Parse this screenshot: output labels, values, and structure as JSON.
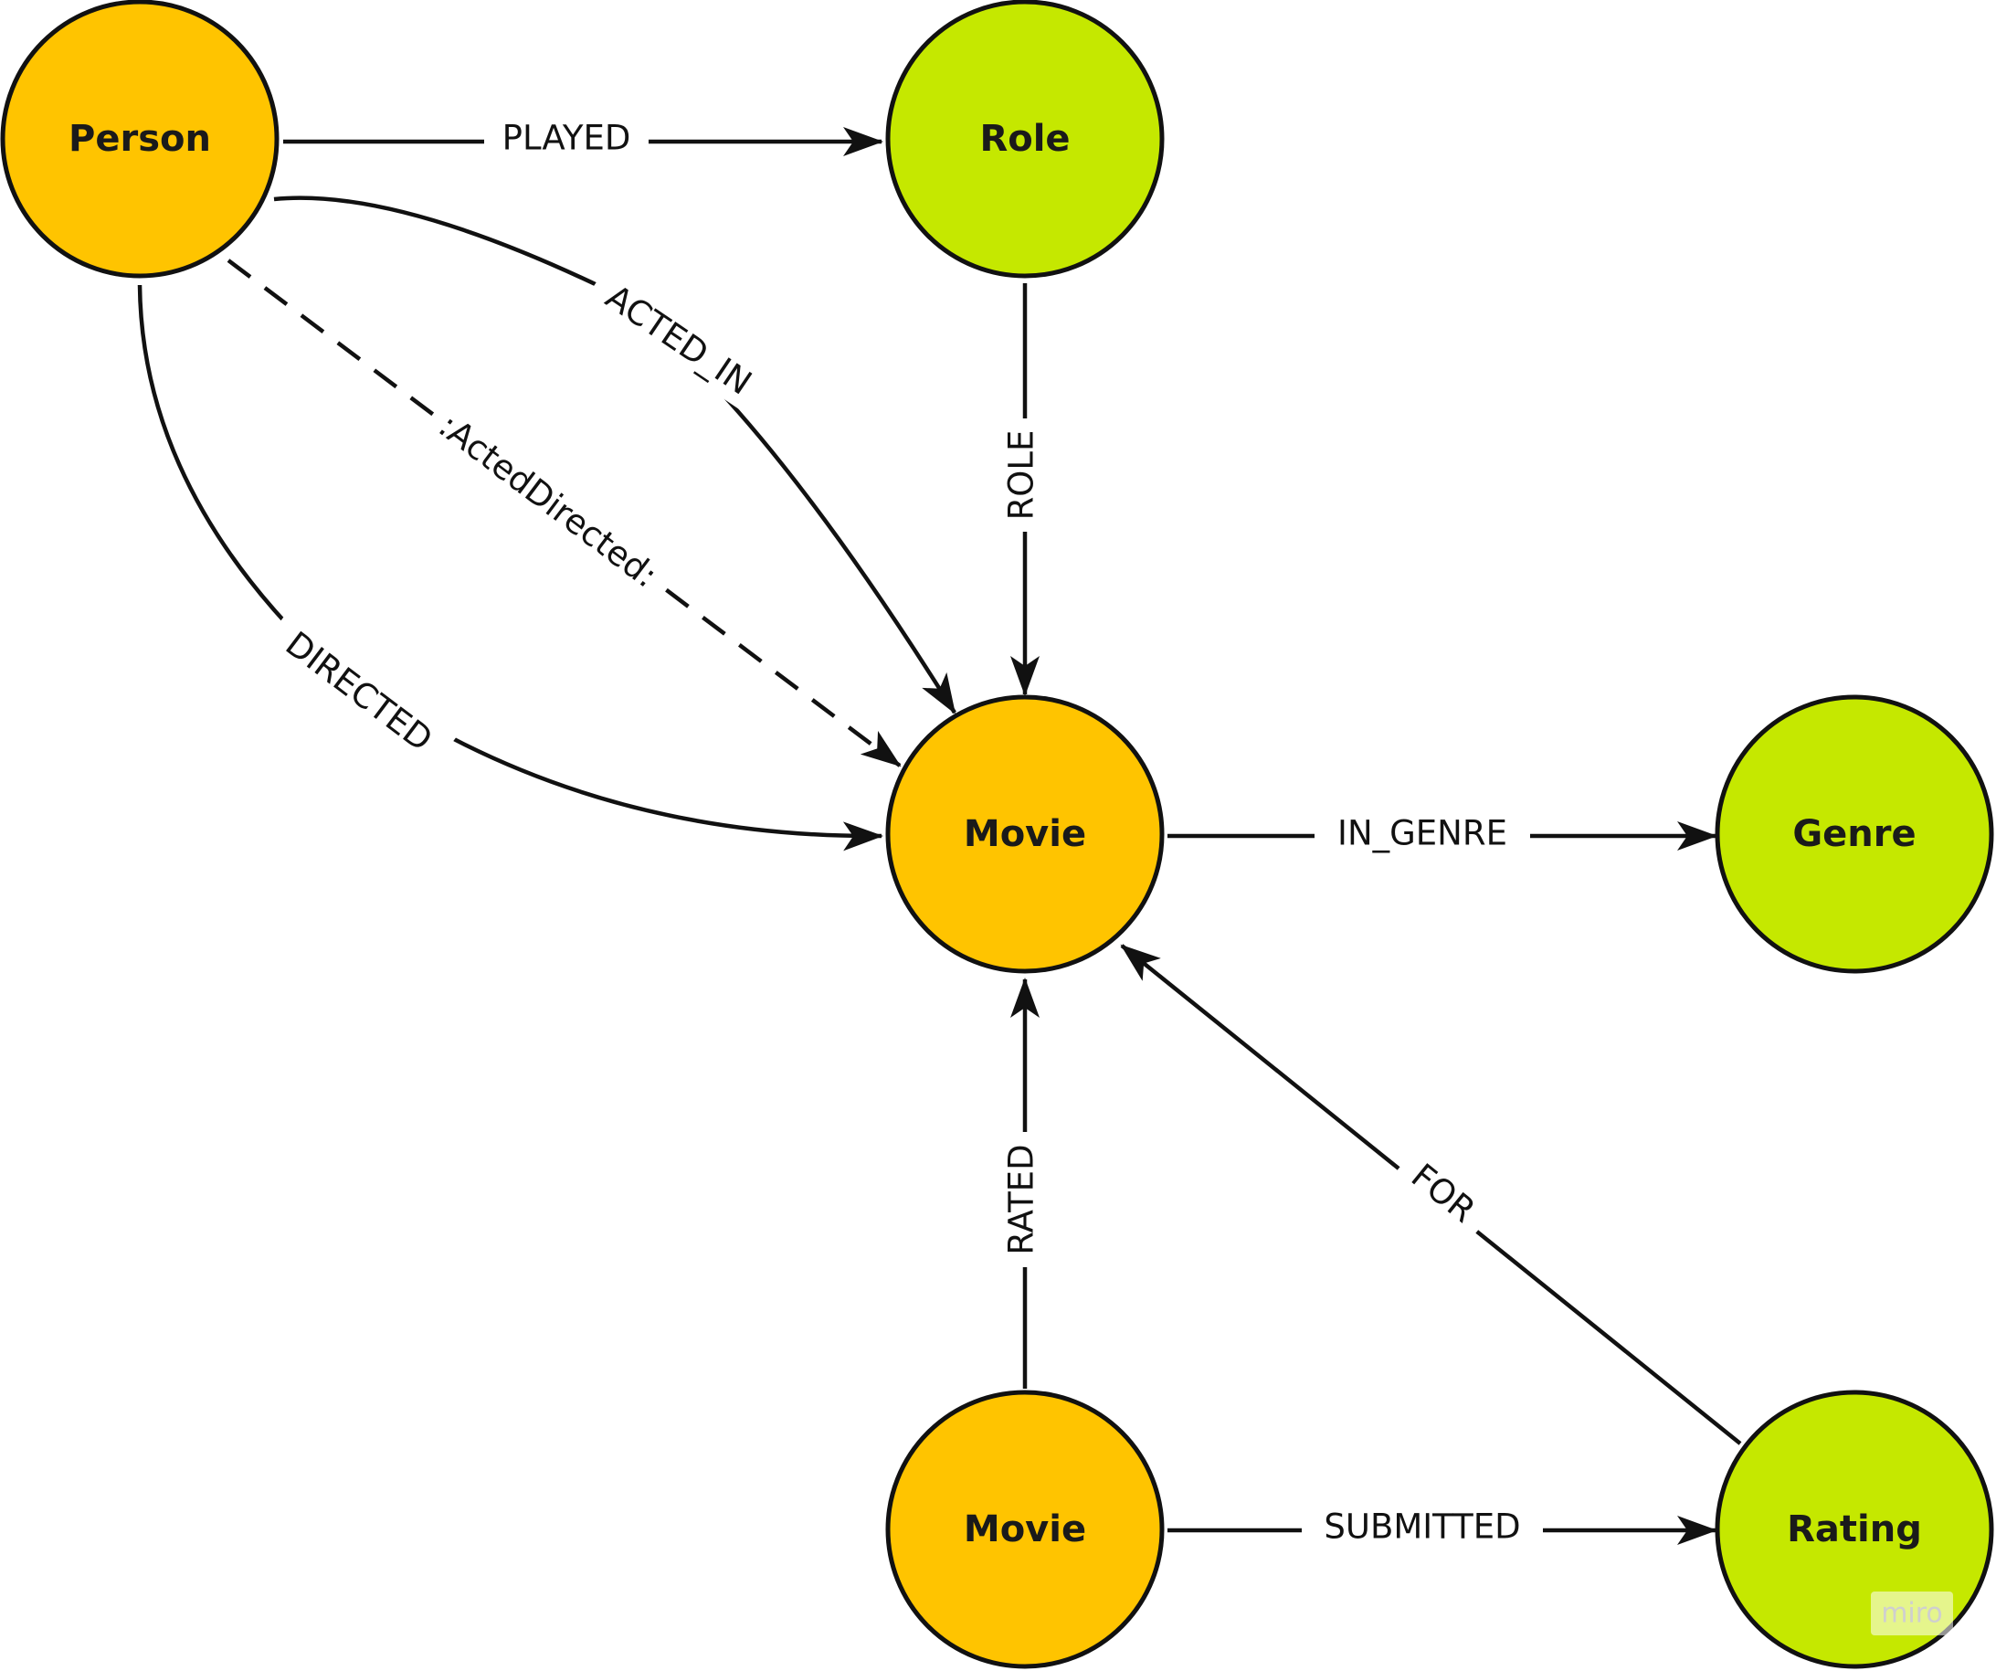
{
  "colors": {
    "primary_node": "#ffc400",
    "secondary_node": "#c5e800",
    "stroke": "#111111"
  },
  "nodes": {
    "person": {
      "label": "Person"
    },
    "role": {
      "label": "Role"
    },
    "movie": {
      "label": "Movie"
    },
    "genre": {
      "label": "Genre"
    },
    "movie_bottom": {
      "label": "Movie"
    },
    "rating": {
      "label": "Rating"
    }
  },
  "edges": {
    "played": {
      "label": "PLAYED"
    },
    "acted_in": {
      "label": "ACTED_IN"
    },
    "acted_directed": {
      "label": ":ActedDirected:"
    },
    "directed": {
      "label": "DIRECTED"
    },
    "role": {
      "label": "ROLE"
    },
    "in_genre": {
      "label": "IN_GENRE"
    },
    "rated": {
      "label": "RATED"
    },
    "for": {
      "label": "FOR"
    },
    "submitted": {
      "label": "SUBMITTED"
    }
  },
  "watermark": "miro"
}
